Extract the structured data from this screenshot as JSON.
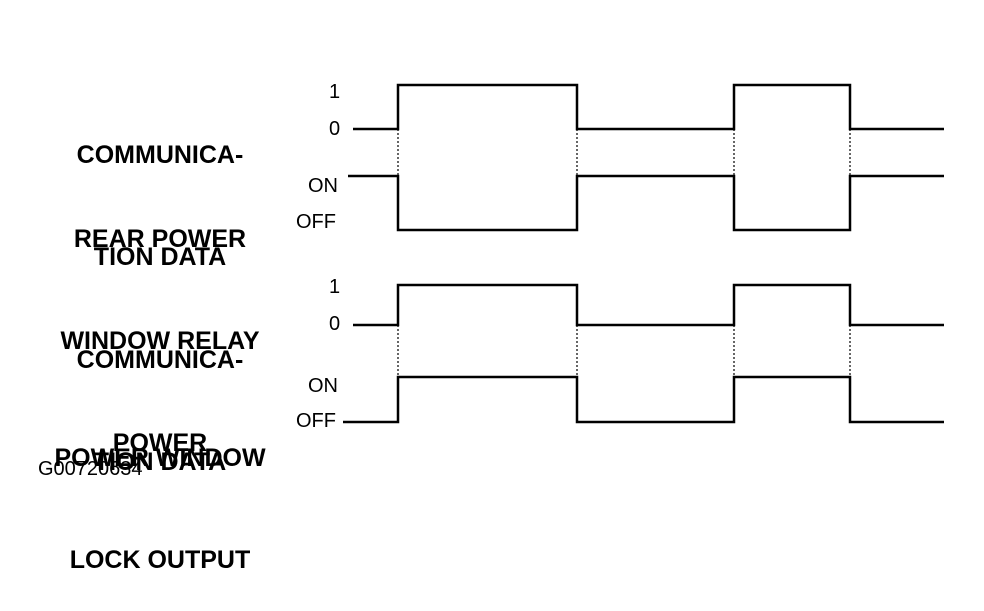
{
  "signals": [
    {
      "label_line1": "COMMUNICA-",
      "label_line2": "TION DATA",
      "high_label": "1",
      "low_label": "0",
      "states": [
        "low",
        "high",
        "low",
        "high",
        "low"
      ]
    },
    {
      "label_line1": "REAR POWER",
      "label_line2": "WINDOW RELAY",
      "label_line3": "POWER",
      "high_label": "ON",
      "low_label": "OFF",
      "states": [
        "high",
        "low",
        "high",
        "low",
        "high"
      ]
    },
    {
      "label_line1": "COMMUNICA-",
      "label_line2": "TION DATA",
      "high_label": "1",
      "low_label": "0",
      "states": [
        "low",
        "high",
        "low",
        "high",
        "low"
      ]
    },
    {
      "label_line1": "POWER WINDOW",
      "label_line2": "LOCK OUTPUT",
      "high_label": "ON",
      "low_label": "OFF",
      "states": [
        "low",
        "high",
        "low",
        "high",
        "low"
      ]
    }
  ],
  "figure_code": "G00720634",
  "colors": {
    "line": "#000000",
    "background": "#ffffff"
  }
}
